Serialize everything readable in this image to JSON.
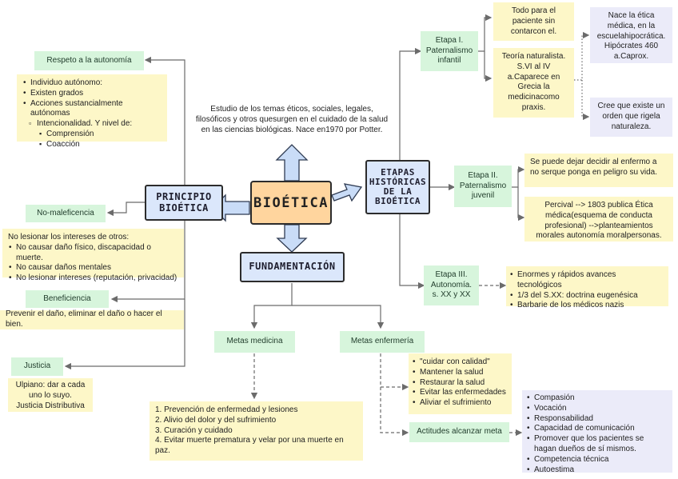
{
  "center": {
    "title": "BIOÉTICA",
    "description": "Estudio de los temas éticos, sociales, legales, filosóficos y otros quesurgen en el cuidado de la salud en las ciencias biológicas. Nace en1970 por Potter."
  },
  "principio": {
    "title_line1": "PRINCIPIO",
    "title_line2": "BIOÉTICA",
    "autonomia": {
      "label": "Respeto a la autonomía",
      "items": [
        "Individuo autónomo:",
        "Existen grados",
        "Acciones sustancialmente autónomas"
      ],
      "sub_item": "Intencionalidad. Y nivel de:",
      "sub_sub_items": [
        "Comprensión",
        "Coacción"
      ]
    },
    "no_maleficencia": {
      "label": "No-maleficencia",
      "intro": "No lesionar los intereses de otros:",
      "items": [
        "No causar daño físico, discapacidad o muerte.",
        "No causar daños mentales",
        "No lesionar intereses (reputación, privacidad)"
      ]
    },
    "beneficencia": {
      "label": "Beneficiencia",
      "text": "Prevenir el daño, eliminar el daño o hacer el bien."
    },
    "justicia": {
      "label": "Justicia",
      "text_line1": "Ulpiano: dar a cada",
      "text_line2": "uno lo suyo.",
      "text_line3": "Justicia Distributiva"
    }
  },
  "etapas": {
    "title_line1": "ETAPAS",
    "title_line2": "HISTÓRICAS",
    "title_line3": "DE LA",
    "title_line4": "BIOÉTICA",
    "etapa1": {
      "label_line1": "Etapa I.",
      "label_line2": "Paternalismo",
      "label_line3": "infantil",
      "note1": "Todo para el paciente sin contarcon el.",
      "note2": "Teoría naturalista. S.VI al IV a.Caparece en Grecia la medicinacomo praxis.",
      "lav1": "Nace la ética médica, en la escuelahipocrática. Hipócrates 460 a.Caprox.",
      "lav2": "Cree que existe un orden que rigela naturaleza."
    },
    "etapa2": {
      "label_line1": "Etapa II.",
      "label_line2": "Paternalismo",
      "label_line3": "juvenil",
      "note1": "Se puede dejar decidir al enfermo a no serque ponga en peligro su vida.",
      "note2": "Percival --> 1803 publica Ética médica(esquema de conducta profesional) -->planteamientos morales autonomía moralpersonas."
    },
    "etapa3": {
      "label_line1": "Etapa III.",
      "label_line2": "Autonomía.",
      "label_line3": "s. XX y XX",
      "items": [
        "Enormes y rápidos avances tecnológicos",
        "1/3 del S.XX: doctrina eugenésica",
        "Barbarie de los médicos nazis"
      ]
    }
  },
  "fundamentacion": {
    "title": "FUNDAMENTACIÓN",
    "metas_medicina": {
      "label": "Metas medicina",
      "items": [
        "1. Prevención de enfermedad y lesiones",
        "2. Alivio del dolor y del sufrimiento",
        "3. Curación y cuidado",
        "4. Evitar muerte prematura y velar por una muerte en paz."
      ]
    },
    "metas_enfermeria": {
      "label": "Metas enfermería",
      "items": [
        "\"cuidar con calidad\"",
        "Mantener la salud",
        "Restaurar la salud",
        "Evitar las enfermedades",
        "Aliviar el sufrimiento"
      ],
      "actitudes": {
        "label": "Actitudes alcanzar meta",
        "items": [
          "Compasión",
          "Vocación",
          "Responsabilidad",
          "Capacidad de comunicación",
          "Promover que los pacientes se hagan dueños de sí mismos.",
          "Competencia técnica",
          "Autoestima"
        ]
      }
    }
  }
}
